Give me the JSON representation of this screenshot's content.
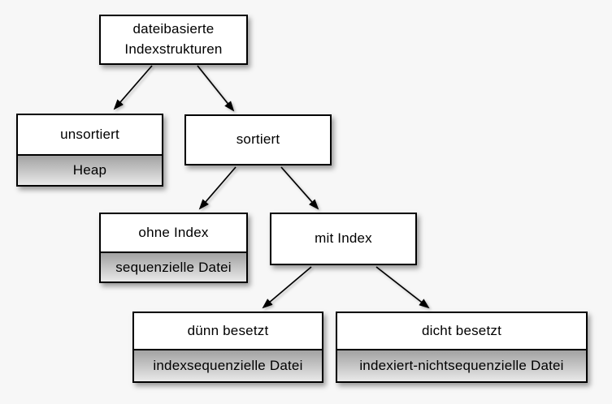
{
  "diagram": {
    "type": "tree",
    "background_color": "#f7f7f7",
    "node_fill": "#ffffff",
    "node_border_color": "#000000",
    "sublabel_gradient_top": "#a2a2a2",
    "sublabel_gradient_bottom": "#e9e9e9",
    "nodes": {
      "root": {
        "label": "dateibasierte\nIndexstrukturen"
      },
      "unsortiert": {
        "label": "unsortiert",
        "sublabel": "Heap"
      },
      "sortiert": {
        "label": "sortiert"
      },
      "ohne_index": {
        "label": "ohne Index",
        "sublabel": "sequenzielle Datei"
      },
      "mit_index": {
        "label": "mit Index"
      },
      "duenn_besetzt": {
        "label": "dünn besetzt",
        "sublabel": "indexsequenzielle Datei"
      },
      "dicht_besetzt": {
        "label": "dicht besetzt",
        "sublabel": "indexiert-nichtsequenzielle Datei"
      }
    },
    "edges": [
      {
        "from": "root",
        "to": "unsortiert"
      },
      {
        "from": "root",
        "to": "sortiert"
      },
      {
        "from": "sortiert",
        "to": "ohne_index"
      },
      {
        "from": "sortiert",
        "to": "mit_index"
      },
      {
        "from": "mit_index",
        "to": "duenn_besetzt"
      },
      {
        "from": "mit_index",
        "to": "dicht_besetzt"
      }
    ]
  }
}
